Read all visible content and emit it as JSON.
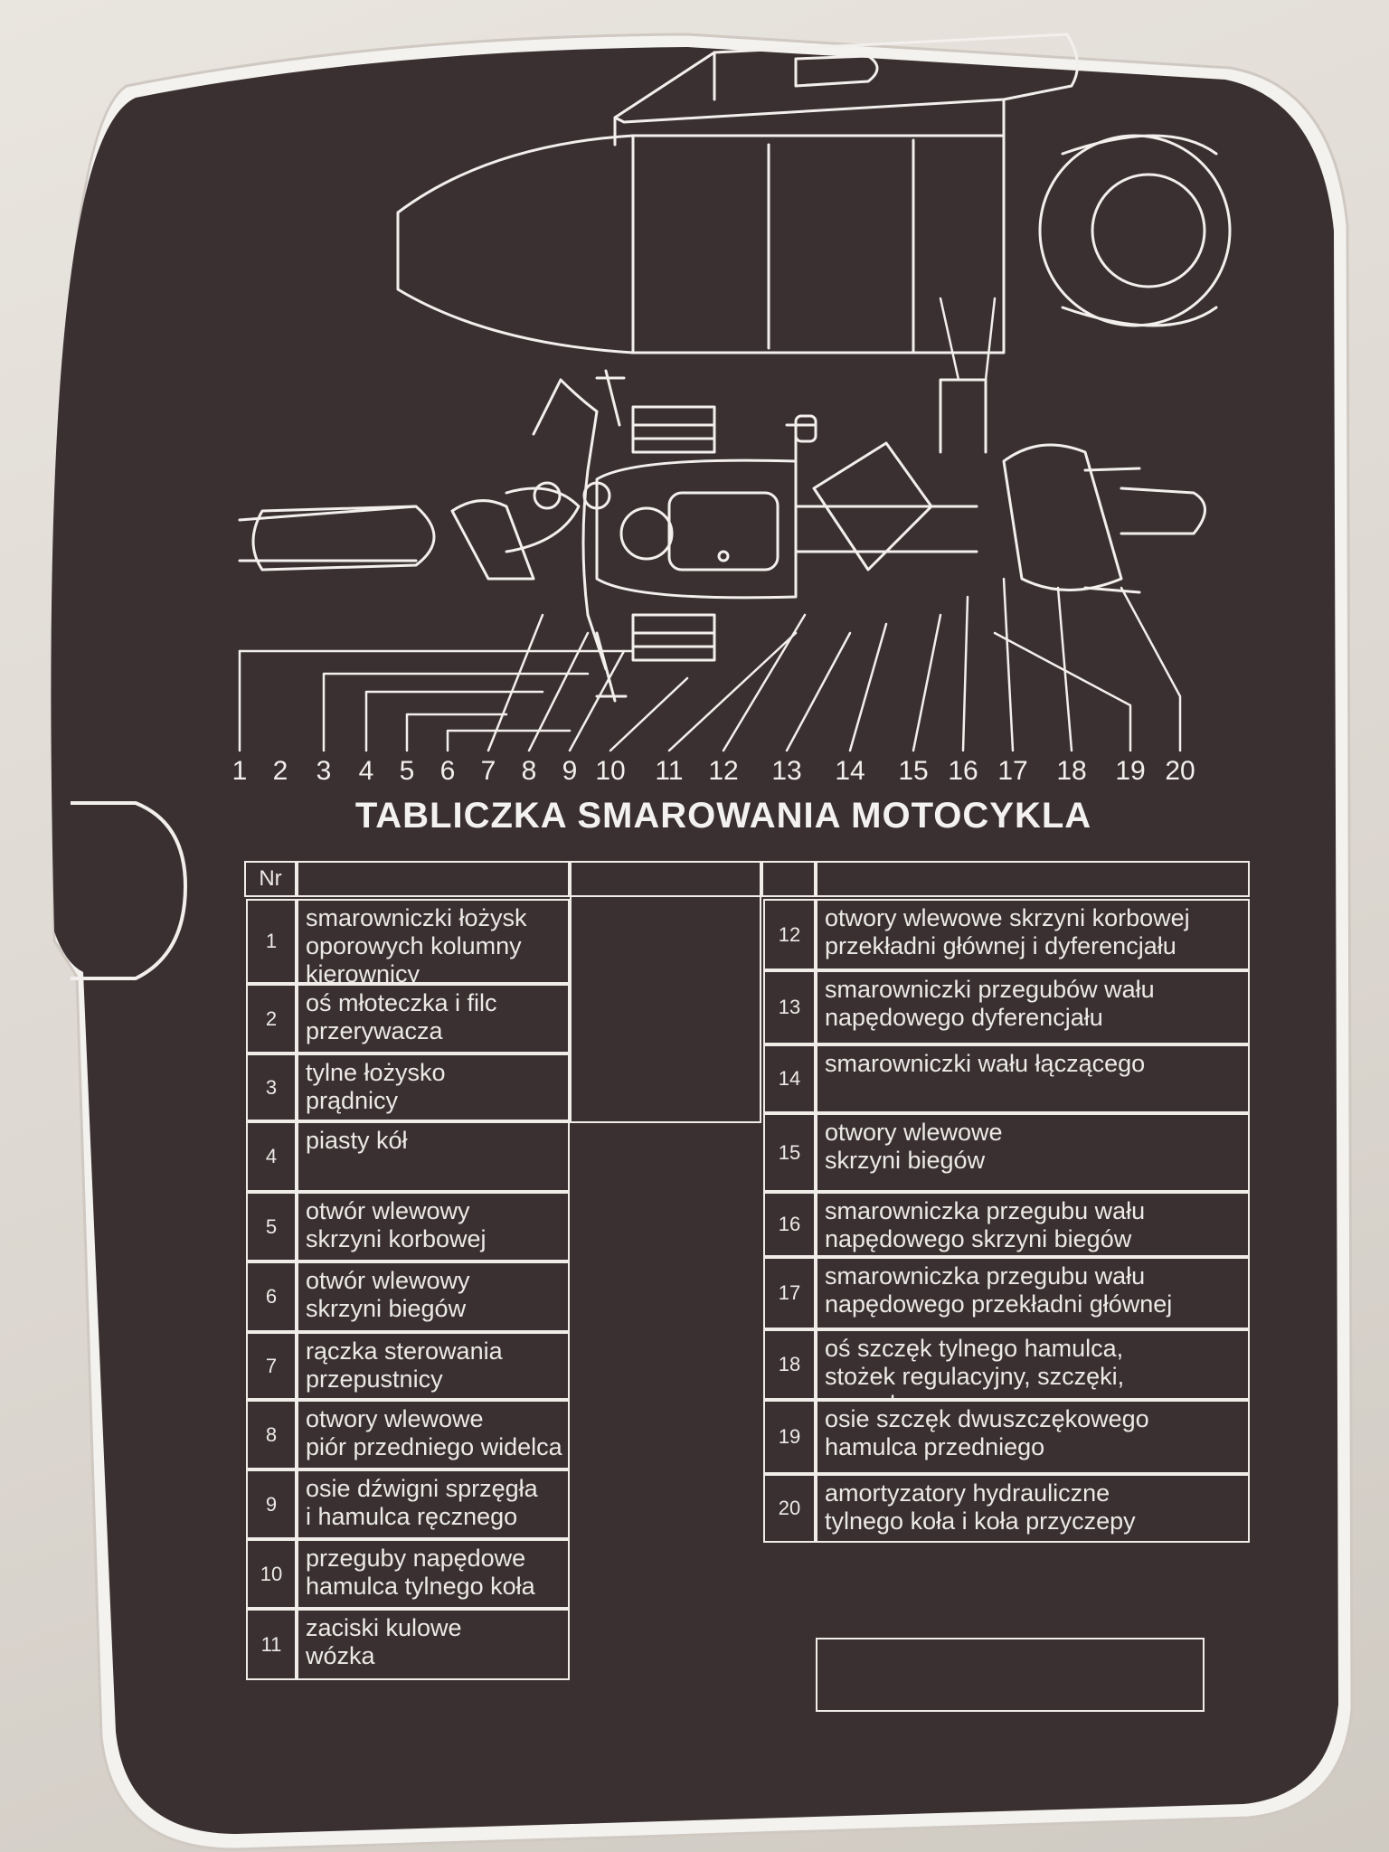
{
  "title": "TABLICZKA SMAROWANIA MOTOCYKLA",
  "table_header": "Nr",
  "callout_numbers": [
    "1",
    "2",
    "3",
    "4",
    "5",
    "6",
    "7",
    "8",
    "9",
    "10",
    "11",
    "12",
    "13",
    "14",
    "15",
    "16",
    "17",
    "18",
    "19",
    "20"
  ],
  "left_rows": [
    {
      "nr": "1",
      "text": "smarowniczki łożysk\noporowych kolumny\nkierownicy"
    },
    {
      "nr": "2",
      "text": "oś młoteczka i filc\nprzerywacza"
    },
    {
      "nr": "3",
      "text": "tylne łożysko\nprądnicy"
    },
    {
      "nr": "4",
      "text": "piasty kół"
    },
    {
      "nr": "5",
      "text": "otwór wlewowy\nskrzyni korbowej"
    },
    {
      "nr": "6",
      "text": "otwór wlewowy\nskrzyni biegów"
    },
    {
      "nr": "7",
      "text": "rączka sterowania\nprzepustnicy"
    },
    {
      "nr": "8",
      "text": "otwory wlewowe\npiór przedniego widelca"
    },
    {
      "nr": "9",
      "text": "osie dźwigni sprzęgła\ni hamulca ręcznego"
    },
    {
      "nr": "10",
      "text": "przeguby napędowe\nhamulca tylnego koła"
    },
    {
      "nr": "11",
      "text": "zaciski kulowe\nwózka"
    }
  ],
  "right_rows": [
    {
      "nr": "12",
      "text": "otwory wlewowe skrzyni korbowej\nprzekładni głównej i dyferencjału"
    },
    {
      "nr": "13",
      "text": "smarowniczki przegubów wału\nnapędowego dyferencjału"
    },
    {
      "nr": "14",
      "text": "smarowniczki wału łączącego"
    },
    {
      "nr": "15",
      "text": "otwory wlewowe\nskrzyni biegów"
    },
    {
      "nr": "16",
      "text": "smarowniczka przegubu wału\nnapędowego skrzyni biegów"
    },
    {
      "nr": "17",
      "text": "smarowniczka przegubu wału\nnapędowego przekładni głównej"
    },
    {
      "nr": "18",
      "text": "oś szczęk tylnego hamulca,\nstożek regulacyjny, szczęki, popychacze"
    },
    {
      "nr": "19",
      "text": "osie szczęk dwuszczękowego\nhamulca przedniego"
    },
    {
      "nr": "20",
      "text": "amortyzatory hydrauliczne\ntylnego koła i koła przyczepy"
    }
  ],
  "colors": {
    "plate": "#3a3032",
    "line": "#f2efec",
    "background": "#e4e0da"
  }
}
